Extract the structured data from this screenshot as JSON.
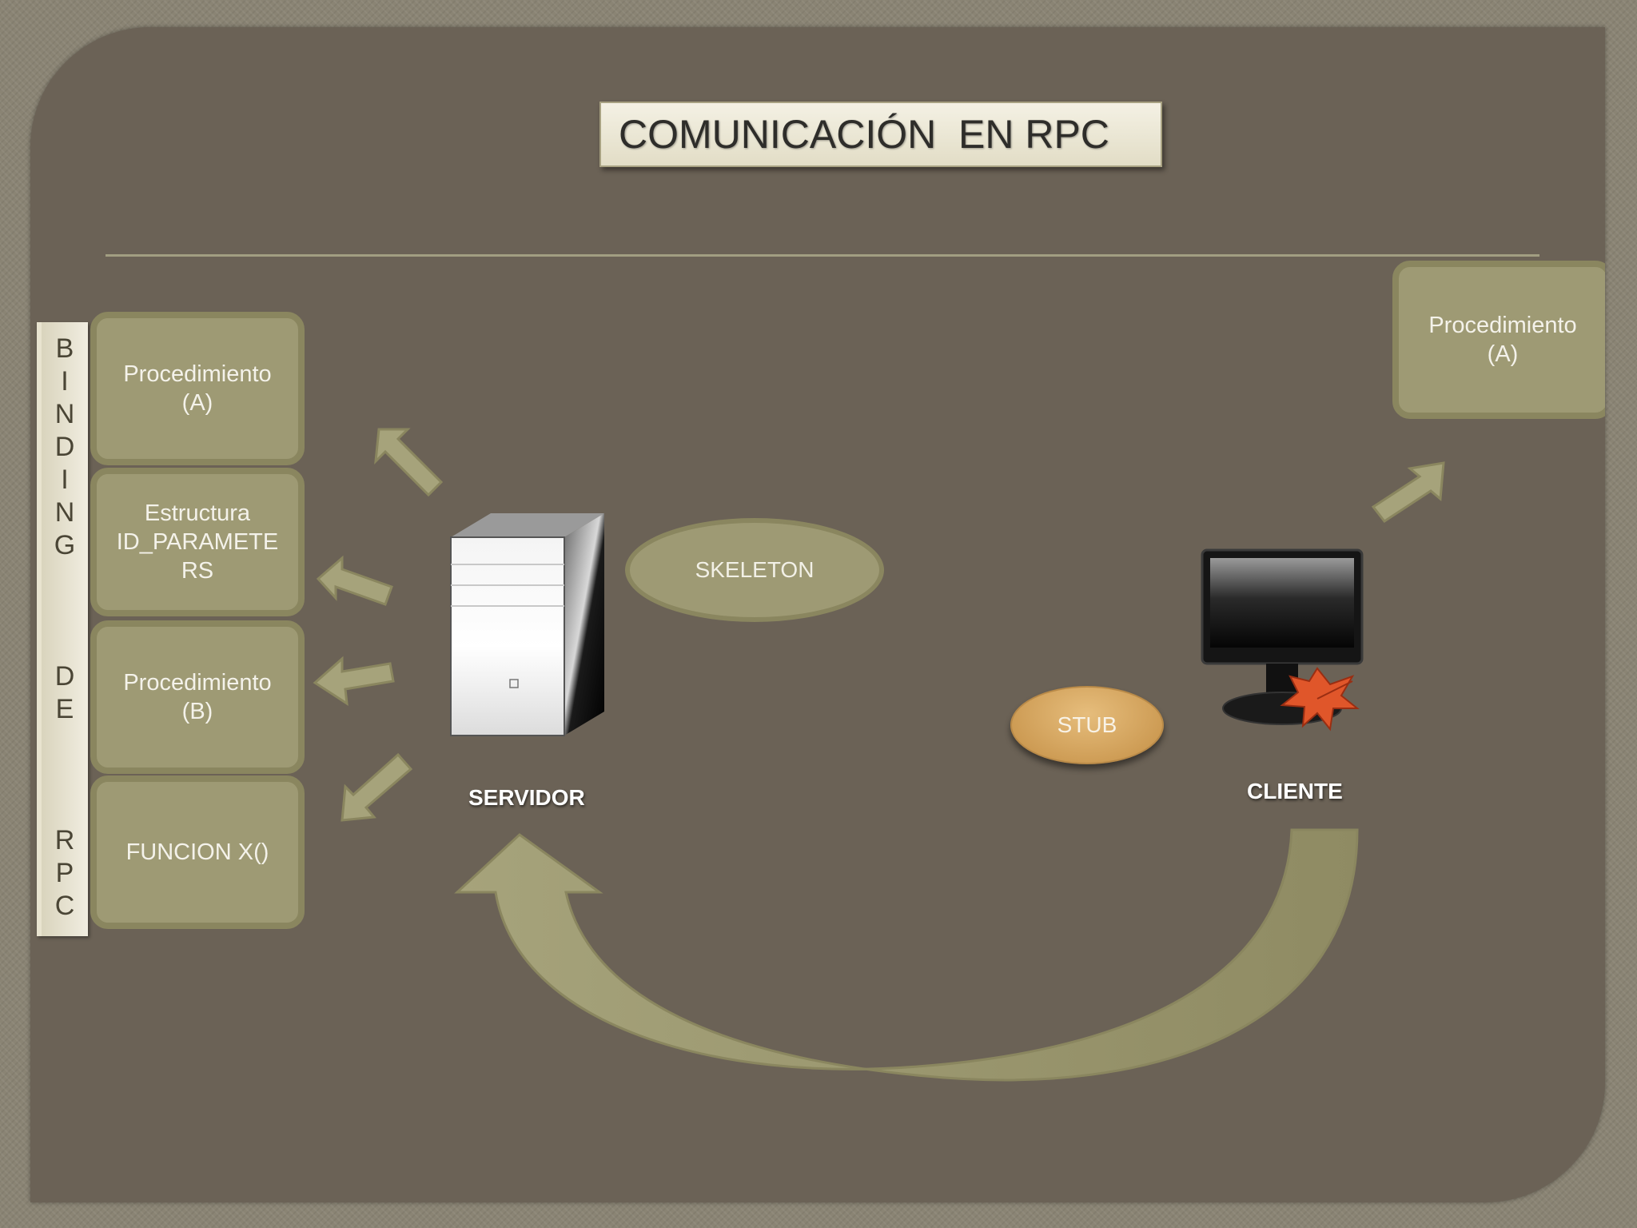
{
  "title": "COMUNICACIÓN  EN RPC",
  "side_label": [
    "B",
    "I",
    "N",
    "D",
    "I",
    "N",
    "G",
    "",
    "",
    "",
    "D",
    "E",
    "",
    "",
    "",
    "R",
    "P",
    "C"
  ],
  "server_boxes": [
    {
      "label": "Procedimiento\n(A)"
    },
    {
      "label": "Estructura\nID_PARAMETE\nRS"
    },
    {
      "label": "Procedimiento\n(B)"
    },
    {
      "label": "FUNCION  X()"
    }
  ],
  "client_box": {
    "label": "Procedimiento\n(A)"
  },
  "skeleton_label": "SKELETON",
  "stub_label": "STUB",
  "server_label": "SERVIDOR",
  "client_label": "CLIENTE",
  "colors": {
    "background": "#6b6256",
    "box_fill": "#9e9a74",
    "box_border": "#8a865f",
    "stub_fill": "#d6a65e",
    "title_fill": "#efeadb"
  },
  "icons": [
    "server-tower-icon",
    "monitor-icon",
    "maple-leaf-icon"
  ]
}
